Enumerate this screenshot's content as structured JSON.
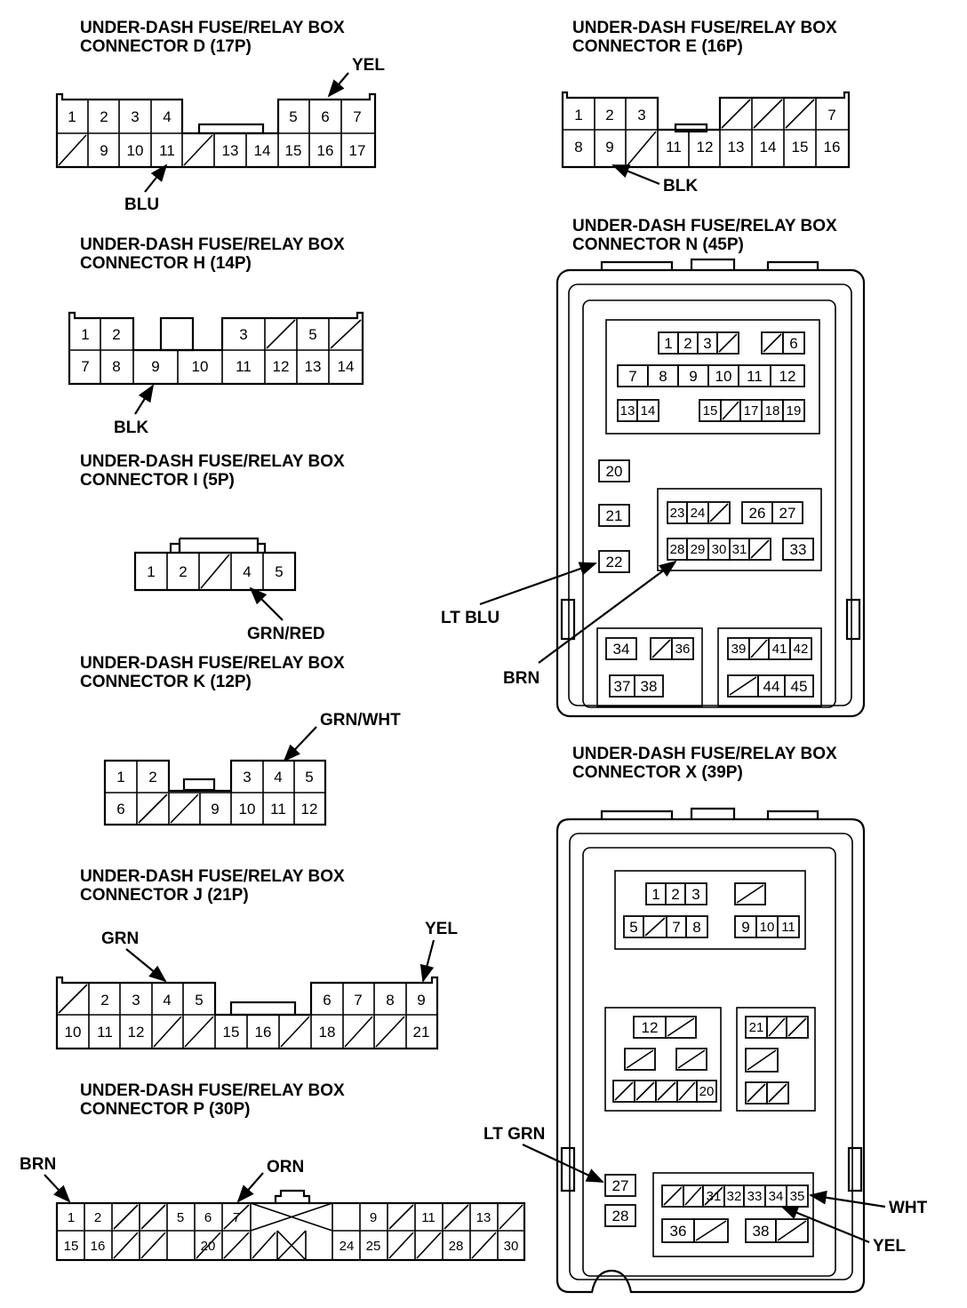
{
  "connectors": {
    "D": {
      "title1": "UNDER-DASH FUSE/RELAY BOX",
      "title2": "CONNECTOR D (17P)",
      "pins": [
        "1",
        "2",
        "3",
        "4",
        "",
        "5",
        "6",
        "7",
        "",
        "9",
        "10",
        "11",
        "",
        "13",
        "14",
        "15",
        "16",
        "17"
      ],
      "wires": {
        "yel": "YEL",
        "blu": "BLU"
      }
    },
    "E": {
      "title1": "UNDER-DASH FUSE/RELAY BOX",
      "title2": "CONNECTOR E (16P)",
      "pins": [
        "1",
        "2",
        "3",
        "",
        "",
        "",
        "7",
        "8",
        "9",
        "",
        "11",
        "12",
        "13",
        "14",
        "15",
        "16"
      ],
      "wires": {
        "blk": "BLK"
      }
    },
    "H": {
      "title1": "UNDER-DASH FUSE/RELAY BOX",
      "title2": "CONNECTOR H (14P)",
      "pins": [
        "1",
        "2",
        "3",
        "",
        "5",
        "",
        "7",
        "8",
        "9",
        "10",
        "11",
        "12",
        "13",
        "14"
      ],
      "wires": {
        "blk": "BLK"
      }
    },
    "I": {
      "title1": "UNDER-DASH FUSE/RELAY BOX",
      "title2": "CONNECTOR I (5P)",
      "pins": [
        "1",
        "2",
        "",
        "4",
        "5"
      ],
      "wires": {
        "grnred": "GRN/RED"
      }
    },
    "K": {
      "title1": "UNDER-DASH FUSE/RELAY BOX",
      "title2": "CONNECTOR K (12P)",
      "pins": [
        "1",
        "2",
        "3",
        "4",
        "5",
        "6",
        "",
        "",
        "9",
        "10",
        "11",
        "12"
      ],
      "wires": {
        "grnwht": "GRN/WHT"
      }
    },
    "J": {
      "title1": "UNDER-DASH FUSE/RELAY BOX",
      "title2": "CONNECTOR J (21P)",
      "pins": [
        "",
        "2",
        "3",
        "4",
        "5",
        "6",
        "7",
        "8",
        "9",
        "10",
        "11",
        "12",
        "",
        "",
        "15",
        "16",
        "",
        "18",
        "",
        "",
        "21"
      ],
      "wires": {
        "grn": "GRN",
        "yel": "YEL"
      }
    },
    "P": {
      "title1": "UNDER-DASH FUSE/RELAY BOX",
      "title2": "CONNECTOR P (30P)",
      "pins": [
        "1",
        "2",
        "",
        "",
        "5",
        "6",
        "7",
        "",
        "9",
        "",
        "11",
        "",
        "13",
        "",
        "15",
        "16",
        "",
        "",
        "20",
        "",
        "",
        "24",
        "25",
        "",
        "",
        "28",
        "",
        "30"
      ],
      "wires": {
        "brn": "BRN",
        "orn": "ORN"
      }
    },
    "N": {
      "title1": "UNDER-DASH FUSE/RELAY BOX",
      "title2": "CONNECTOR N (45P)",
      "pins": [
        "1",
        "2",
        "3",
        "6",
        "7",
        "8",
        "9",
        "10",
        "11",
        "12",
        "13",
        "14",
        "15",
        "17",
        "18",
        "19",
        "20",
        "21",
        "22",
        "23",
        "24",
        "26",
        "27",
        "28",
        "29",
        "30",
        "31",
        "33",
        "34",
        "36",
        "37",
        "38",
        "39",
        "41",
        "42",
        "44",
        "45"
      ],
      "wires": {
        "ltblu": "LT BLU",
        "brn": "BRN"
      }
    },
    "X": {
      "title1": "UNDER-DASH FUSE/RELAY BOX",
      "title2": "CONNECTOR X (39P)",
      "pins": [
        "1",
        "2",
        "3",
        "5",
        "7",
        "8",
        "9",
        "10",
        "11",
        "12",
        "20",
        "21",
        "27",
        "28",
        "31",
        "32",
        "33",
        "34",
        "35",
        "36",
        "38"
      ],
      "wires": {
        "ltgrn": "LT GRN",
        "wht": "WHT",
        "yel": "YEL"
      }
    }
  }
}
